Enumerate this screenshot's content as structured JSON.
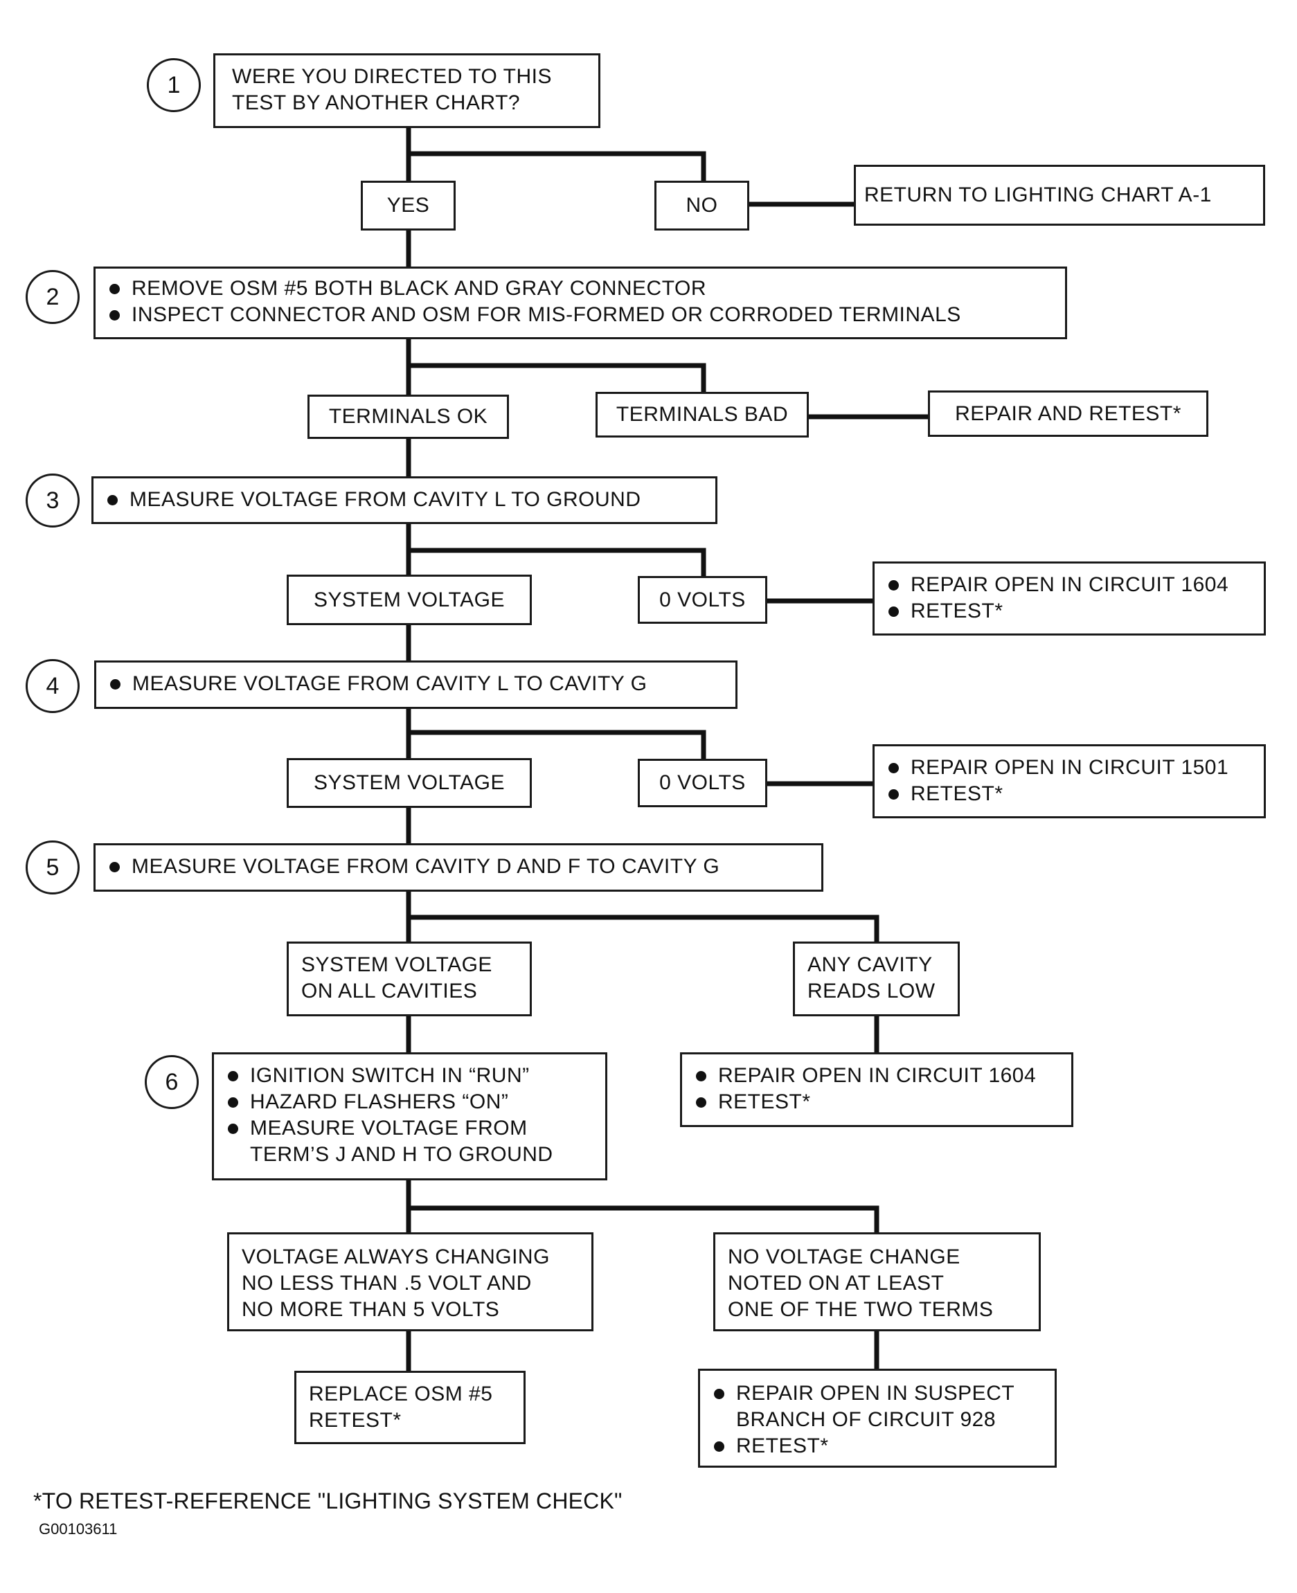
{
  "steps": [
    {
      "number": "1",
      "prompt": [
        "WERE YOU DIRECTED TO THIS",
        "TEST BY ANOTHER CHART?"
      ],
      "outcome_pass": [
        "YES"
      ],
      "outcome_fail": [
        "NO"
      ],
      "fail_action": [
        "RETURN TO LIGHTING CHART A-1"
      ]
    },
    {
      "number": "2",
      "prompt": [
        "REMOVE OSM #5 BOTH BLACK AND GRAY CONNECTOR",
        "INSPECT CONNECTOR AND OSM FOR MIS-FORMED OR CORRODED TERMINALS"
      ],
      "outcome_pass": [
        "TERMINALS OK"
      ],
      "outcome_fail": [
        "TERMINALS BAD"
      ],
      "fail_action": [
        "REPAIR AND RETEST*"
      ]
    },
    {
      "number": "3",
      "prompt": [
        "MEASURE VOLTAGE FROM CAVITY L TO GROUND"
      ],
      "outcome_pass": [
        "SYSTEM VOLTAGE"
      ],
      "outcome_fail": [
        "0 VOLTS"
      ],
      "fail_action": [
        "REPAIR OPEN IN CIRCUIT 1604",
        "RETEST*"
      ]
    },
    {
      "number": "4",
      "prompt": [
        "MEASURE VOLTAGE FROM CAVITY L TO CAVITY G"
      ],
      "outcome_pass": [
        "SYSTEM VOLTAGE"
      ],
      "outcome_fail": [
        "0 VOLTS"
      ],
      "fail_action": [
        "REPAIR OPEN IN CIRCUIT 1501",
        "RETEST*"
      ]
    },
    {
      "number": "5",
      "prompt": [
        "MEASURE VOLTAGE FROM CAVITY D AND F TO CAVITY G"
      ],
      "outcome_pass": [
        "SYSTEM VOLTAGE",
        "ON ALL CAVITIES"
      ],
      "outcome_fail": [
        "ANY CAVITY",
        "READS LOW"
      ],
      "fail_action": [
        "REPAIR OPEN IN CIRCUIT 1604",
        "RETEST*"
      ]
    },
    {
      "number": "6",
      "prompt": [
        "IGNITION SWITCH IN “RUN”",
        "HAZARD FLASHERS “ON”",
        "MEASURE VOLTAGE FROM",
        "TERM’S J AND H TO GROUND"
      ],
      "outcome_pass": [
        "VOLTAGE ALWAYS CHANGING",
        "NO LESS THAN .5 VOLT AND",
        "NO MORE THAN 5 VOLTS"
      ],
      "outcome_fail": [
        "NO VOLTAGE CHANGE",
        "NOTED ON AT LEAST",
        "ONE OF THE TWO TERMS"
      ],
      "pass_action": [
        "REPLACE OSM #5",
        "RETEST*"
      ],
      "fail_action": [
        "REPAIR OPEN IN SUSPECT",
        "BRANCH OF CIRCUIT 928",
        "RETEST*"
      ]
    }
  ],
  "footnote": "*TO RETEST-REFERENCE \"LIGHTING SYSTEM CHECK\"",
  "figure_code": "G00103611",
  "colors": {
    "line": "#111111",
    "box_border": "#1a1a1a",
    "background": "#ffffff"
  }
}
